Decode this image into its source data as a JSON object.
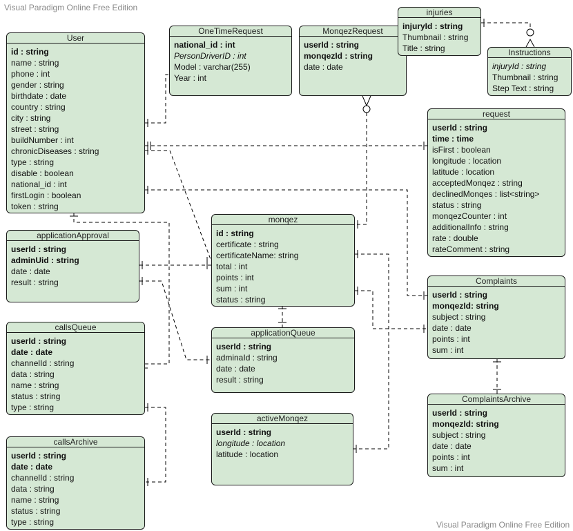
{
  "watermark": "Visual Paradigm Online Free Edition",
  "colors": {
    "entity_fill": "#d5e8d4",
    "border": "#1a1a1a",
    "connector": "#000000",
    "watermark": "#8a8a8a"
  },
  "entities": {
    "user": {
      "title": "User",
      "attrs": [
        {
          "text": "id : string",
          "style": "pk"
        },
        {
          "text": "name : string",
          "style": ""
        },
        {
          "text": "phone : int",
          "style": ""
        },
        {
          "text": "gender : string",
          "style": ""
        },
        {
          "text": "birthdate : date",
          "style": ""
        },
        {
          "text": "country : string",
          "style": ""
        },
        {
          "text": "city : string",
          "style": ""
        },
        {
          "text": "street : string",
          "style": ""
        },
        {
          "text": "buildNumber : int",
          "style": ""
        },
        {
          "text": "chronicDiseases : string",
          "style": ""
        },
        {
          "text": "type : string",
          "style": ""
        },
        {
          "text": "disable : boolean",
          "style": ""
        },
        {
          "text": "national_id : int",
          "style": ""
        },
        {
          "text": "firstLogin : boolean",
          "style": ""
        },
        {
          "text": "token : string",
          "style": ""
        }
      ]
    },
    "one_time_request": {
      "title": "OneTimeRequest",
      "attrs": [
        {
          "text": "national_id : int",
          "style": "pk"
        },
        {
          "text": "PersonDriverID : int",
          "style": "fk"
        },
        {
          "text": "Model : varchar(255)",
          "style": ""
        },
        {
          "text": "Year : int",
          "style": ""
        }
      ]
    },
    "monqez_request": {
      "title": "MonqezRequest",
      "attrs": [
        {
          "text": "userId : string",
          "style": "pk"
        },
        {
          "text": "monqezId : string",
          "style": "pk"
        },
        {
          "text": "date : date",
          "style": ""
        }
      ]
    },
    "injuries": {
      "title": "injuries",
      "attrs": [
        {
          "text": "injuryId : string",
          "style": "pk"
        },
        {
          "text": "Thumbnail : string",
          "style": ""
        },
        {
          "text": "Title : string",
          "style": ""
        }
      ]
    },
    "instructions": {
      "title": "Instructions",
      "attrs": [
        {
          "text": "injuryId : string",
          "style": "fk"
        },
        {
          "text": "Thumbnail : string",
          "style": ""
        },
        {
          "text": "Step Text : string",
          "style": ""
        }
      ]
    },
    "request": {
      "title": "request",
      "attrs": [
        {
          "text": "userId : string",
          "style": "pk"
        },
        {
          "text": "time : time",
          "style": "pk"
        },
        {
          "text": "isFirst : boolean",
          "style": ""
        },
        {
          "text": "longitude : location",
          "style": ""
        },
        {
          "text": "latitude : location",
          "style": ""
        },
        {
          "text": "acceptedMonqez : string",
          "style": ""
        },
        {
          "text": "declinedMonqes : list<string>",
          "style": ""
        },
        {
          "text": "status : string",
          "style": ""
        },
        {
          "text": "monqezCounter : int",
          "style": ""
        },
        {
          "text": "additionalInfo : string",
          "style": ""
        },
        {
          "text": "rate : double",
          "style": ""
        },
        {
          "text": "rateComment : string",
          "style": ""
        }
      ]
    },
    "application_approval": {
      "title": "applicationApproval",
      "attrs": [
        {
          "text": "userId : string",
          "style": "pk"
        },
        {
          "text": "adminUid : string",
          "style": "pk"
        },
        {
          "text": "date : date",
          "style": ""
        },
        {
          "text": "result : string",
          "style": ""
        }
      ]
    },
    "monqez": {
      "title": "monqez",
      "attrs": [
        {
          "text": "id : string",
          "style": "pk"
        },
        {
          "text": "certificate : string",
          "style": ""
        },
        {
          "text": "certificateName: string",
          "style": ""
        },
        {
          "text": "total : int",
          "style": ""
        },
        {
          "text": "points : int",
          "style": ""
        },
        {
          "text": "sum : int",
          "style": ""
        },
        {
          "text": "status : string",
          "style": ""
        }
      ]
    },
    "complaints": {
      "title": "Complaints",
      "attrs": [
        {
          "text": "userId : string",
          "style": "pk"
        },
        {
          "text": "monqezId: string",
          "style": "pk"
        },
        {
          "text": "subject : string",
          "style": ""
        },
        {
          "text": "date : date",
          "style": ""
        },
        {
          "text": "points : int",
          "style": ""
        },
        {
          "text": "sum : int",
          "style": ""
        }
      ]
    },
    "calls_queue": {
      "title": "callsQueue",
      "attrs": [
        {
          "text": "userId : string",
          "style": "pk"
        },
        {
          "text": "date : date",
          "style": "pk"
        },
        {
          "text": "channelId : string",
          "style": ""
        },
        {
          "text": "data : string",
          "style": ""
        },
        {
          "text": "name : string",
          "style": ""
        },
        {
          "text": "status : string",
          "style": ""
        },
        {
          "text": "type : string",
          "style": ""
        }
      ]
    },
    "application_queue": {
      "title": "applicationQueue",
      "attrs": [
        {
          "text": "userId : string",
          "style": "pk"
        },
        {
          "text": "adminaId : string",
          "style": ""
        },
        {
          "text": "date : date",
          "style": ""
        },
        {
          "text": "result : string",
          "style": ""
        }
      ]
    },
    "complaints_archive": {
      "title": "ComplaintsArchive",
      "attrs": [
        {
          "text": "userId : string",
          "style": "pk"
        },
        {
          "text": "monqezId: string",
          "style": "pk"
        },
        {
          "text": "subject : string",
          "style": ""
        },
        {
          "text": "date : date",
          "style": ""
        },
        {
          "text": "points : int",
          "style": ""
        },
        {
          "text": "sum : int",
          "style": ""
        }
      ]
    },
    "active_monqez": {
      "title": "activeMonqez",
      "attrs": [
        {
          "text": "userId : string",
          "style": "pk"
        },
        {
          "text": "longitude : location",
          "style": "fk"
        },
        {
          "text": "latitude : location",
          "style": ""
        }
      ]
    },
    "calls_archive": {
      "title": "callsArchive",
      "attrs": [
        {
          "text": "userId : string",
          "style": "pk"
        },
        {
          "text": "date : date",
          "style": "pk"
        },
        {
          "text": "channelId : string",
          "style": ""
        },
        {
          "text": "data : string",
          "style": ""
        },
        {
          "text": "name : string",
          "style": ""
        },
        {
          "text": "status : string",
          "style": ""
        },
        {
          "text": "type : string",
          "style": ""
        }
      ]
    }
  }
}
